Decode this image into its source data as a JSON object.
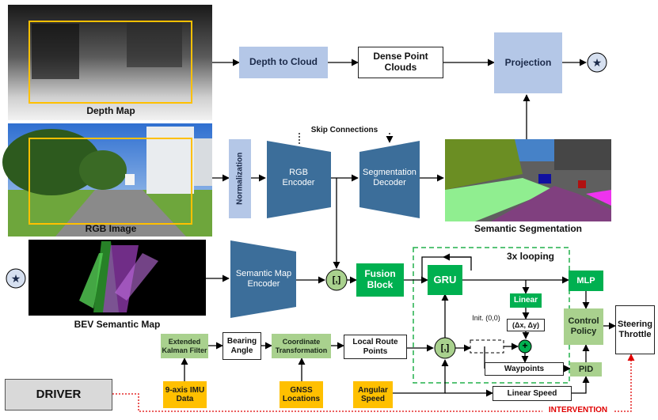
{
  "images": {
    "depth_map": "Depth Map",
    "rgb_image": "RGB Image",
    "semantic_segmentation": "Semantic Segmentation",
    "bev_semantic_map": "BEV Semantic Map"
  },
  "blocks": {
    "depth_to_cloud": "Depth to Cloud",
    "dense_point_clouds": "Dense Point Clouds",
    "projection": "Projection",
    "normalization": "Normalization",
    "rgb_encoder": "RGB Encoder",
    "segmentation_decoder": "Segmentation Decoder",
    "skip_connections": "Skip Connections",
    "semantic_map_encoder": "Semantic Map Encoder",
    "concat": "[,]",
    "concat2": "[,]",
    "fusion_block": "Fusion Block",
    "gru": "GRU",
    "looping": "3x looping",
    "mlp": "MLP",
    "linear": "Linear",
    "delta": "(Δx, Δy)",
    "init": "Init. (0,0)",
    "plus": "+",
    "waypoints": "Waypoints",
    "control_policy": "Control Policy",
    "pid": "PID",
    "steering_throttle": "Steering Throttle",
    "ekf": "Extended Kalman Filter",
    "bearing_angle": "Bearing Angle",
    "coordinate_transformation": "Coordinate Transformation",
    "local_route_points": "Local Route Points",
    "imu": "9-axis IMU Data",
    "gnss": "GNSS Locations",
    "angular_speed": "Angular Speed",
    "linear_speed": "Linear Speed",
    "driver": "DRIVER",
    "intervention": "INTERVENTION",
    "star": "★"
  },
  "colors": {
    "light_blue": "#b4c7e7",
    "dark_blue": "#3c6e9a",
    "green": "#00b050",
    "light_green": "#a9d18e",
    "yellow": "#ffc000",
    "orange_frame": "#ffc000",
    "red": "#e00000",
    "dashed_green": "#22b14c"
  }
}
